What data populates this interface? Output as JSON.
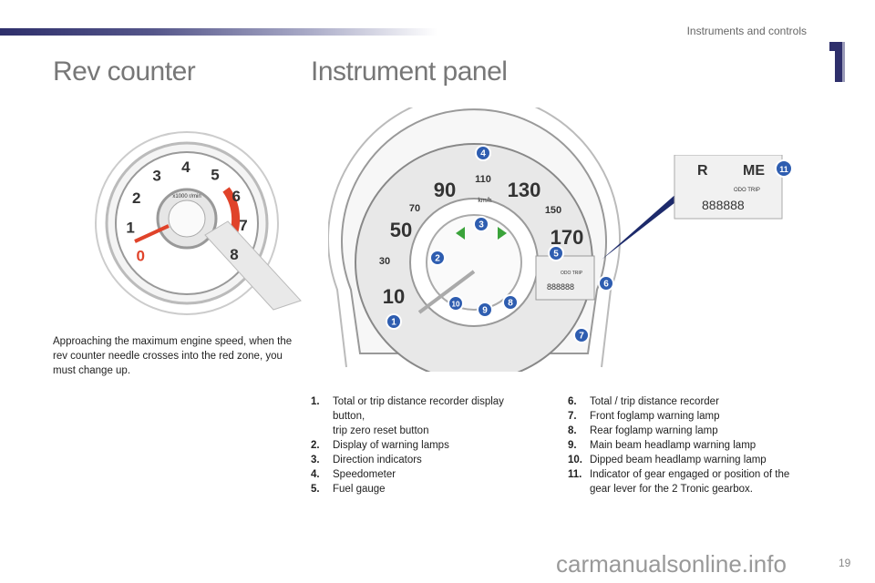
{
  "header": {
    "section": "Instruments and controls",
    "chapter": "1"
  },
  "rev_counter": {
    "title": "Rev counter",
    "text": "Approaching the maximum engine speed, when the rev counter needle crosses into the red zone, you must change up.",
    "dial_label": "x1000 r/min",
    "dial_numbers": [
      "0",
      "1",
      "2",
      "3",
      "4",
      "5",
      "6",
      "7",
      "8"
    ]
  },
  "instrument_panel": {
    "title": "Instrument panel",
    "speeds": [
      "10",
      "30",
      "50",
      "70",
      "90",
      "110",
      "130",
      "150",
      "170"
    ],
    "unit": "km/h",
    "display": {
      "odo_trip": "ODO TRIP",
      "digits": "888888",
      "gear": "ME",
      "r": "R"
    },
    "callouts": [
      "1",
      "2",
      "3",
      "4",
      "5",
      "6",
      "7",
      "8",
      "9",
      "10",
      "11"
    ]
  },
  "legend_left": [
    {
      "num": "1.",
      "text": [
        "Total or trip distance recorder display",
        "button,",
        "trip zero reset button"
      ]
    },
    {
      "num": "2.",
      "text": [
        "Display of warning lamps"
      ]
    },
    {
      "num": "3.",
      "text": [
        "Direction indicators"
      ]
    },
    {
      "num": "4.",
      "text": [
        "Speedometer"
      ]
    },
    {
      "num": "5.",
      "text": [
        "Fuel gauge"
      ]
    }
  ],
  "legend_right": [
    {
      "num": "6.",
      "text": [
        "Total / trip distance recorder"
      ]
    },
    {
      "num": "7.",
      "text": [
        "Front foglamp warning lamp"
      ]
    },
    {
      "num": "8.",
      "text": [
        "Rear foglamp warning lamp"
      ]
    },
    {
      "num": "9.",
      "text": [
        "Main beam headlamp warning lamp"
      ]
    },
    {
      "num": "10.",
      "text": [
        "Dipped beam headlamp warning lamp"
      ]
    },
    {
      "num": "11.",
      "text": [
        "Indicator of gear engaged or position of the",
        "gear lever for the 2 Tronic gearbox."
      ]
    }
  ],
  "footer": {
    "page": "19",
    "watermark": "carmanualsonline.info"
  }
}
